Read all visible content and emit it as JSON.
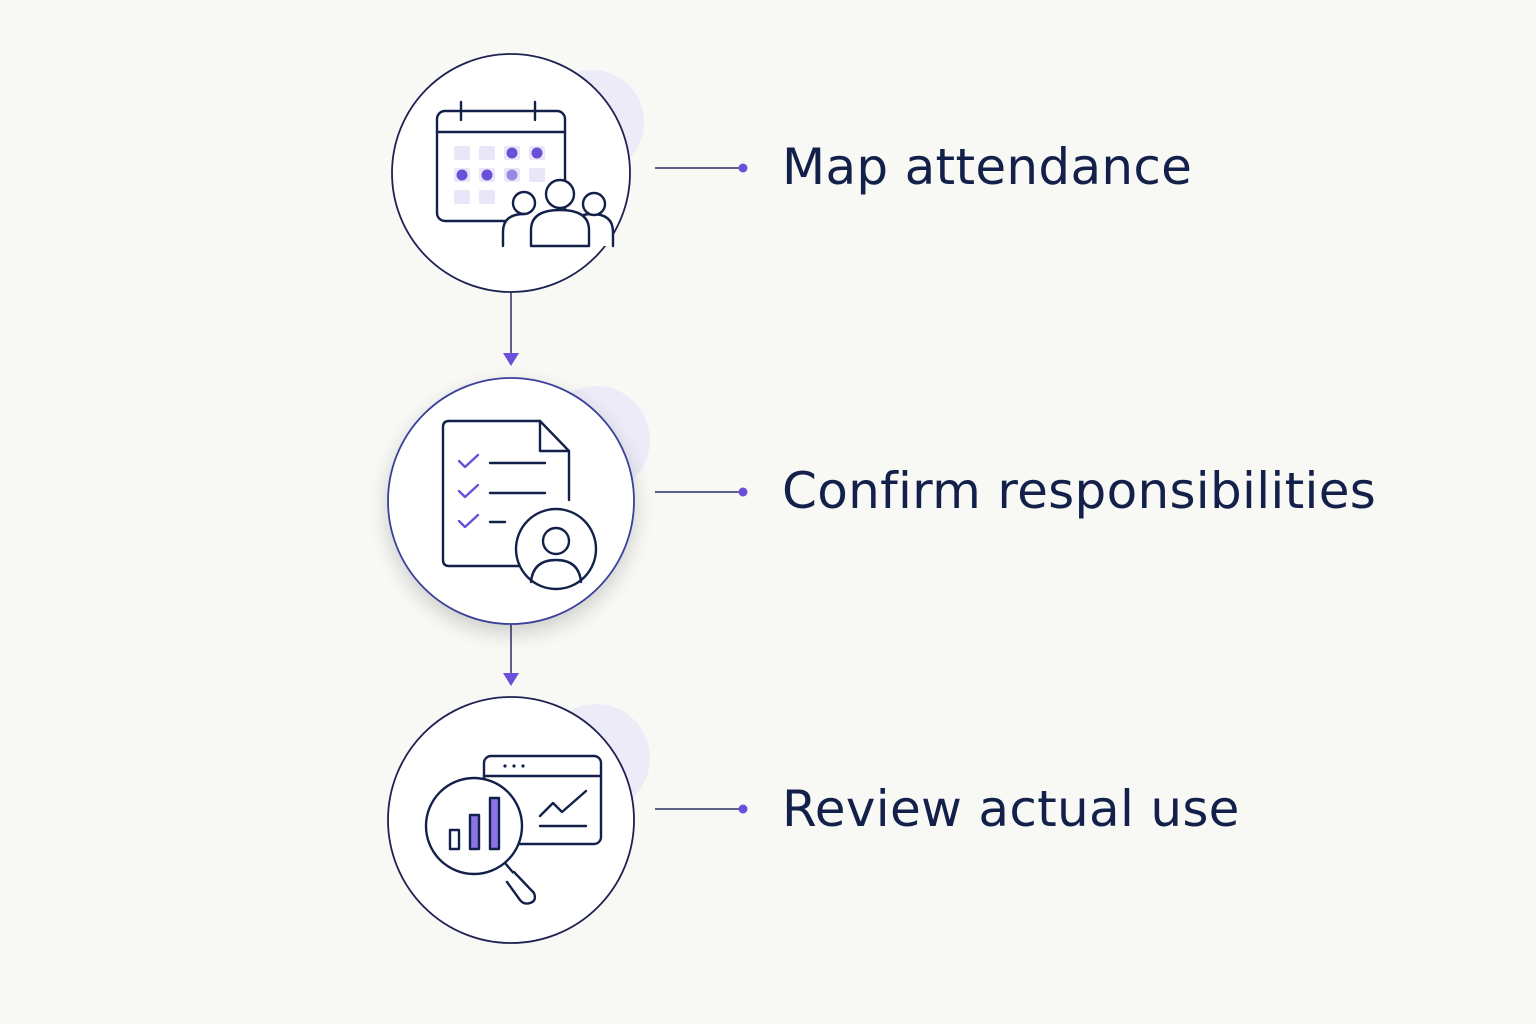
{
  "colors": {
    "background": "#f8f8f5",
    "ink": "#13204a",
    "accent": "#6b4fd8",
    "accent_light": "#e6e3f8"
  },
  "steps": [
    {
      "label": "Map attendance",
      "icon": "calendar-people-icon"
    },
    {
      "label": "Confirm responsibilities",
      "icon": "checklist-person-icon"
    },
    {
      "label": "Review actual use",
      "icon": "analytics-magnifier-icon"
    }
  ]
}
